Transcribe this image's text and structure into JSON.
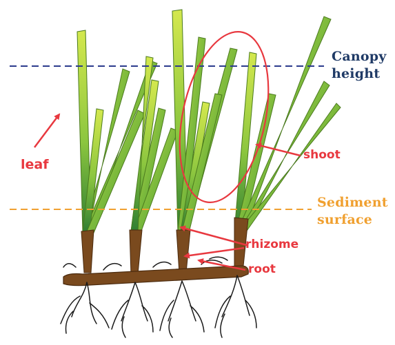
{
  "labels": {
    "canopy_line1": "Canopy",
    "canopy_line2": "height",
    "sediment_line1": "Sediment",
    "sediment_line2": "surface",
    "leaf": "leaf",
    "shoot": "shoot",
    "rhizome": "rhizome",
    "root": "root"
  },
  "colors": {
    "canopy_line": "#2b3a8c",
    "sediment_line": "#f0a030",
    "annotation_red": "#e8383f",
    "leaf_green_light": "#c8e04a",
    "leaf_green_dark": "#2e7d32",
    "rhizome_brown": "#7a4a1e",
    "root_black": "#1a1a1a"
  }
}
